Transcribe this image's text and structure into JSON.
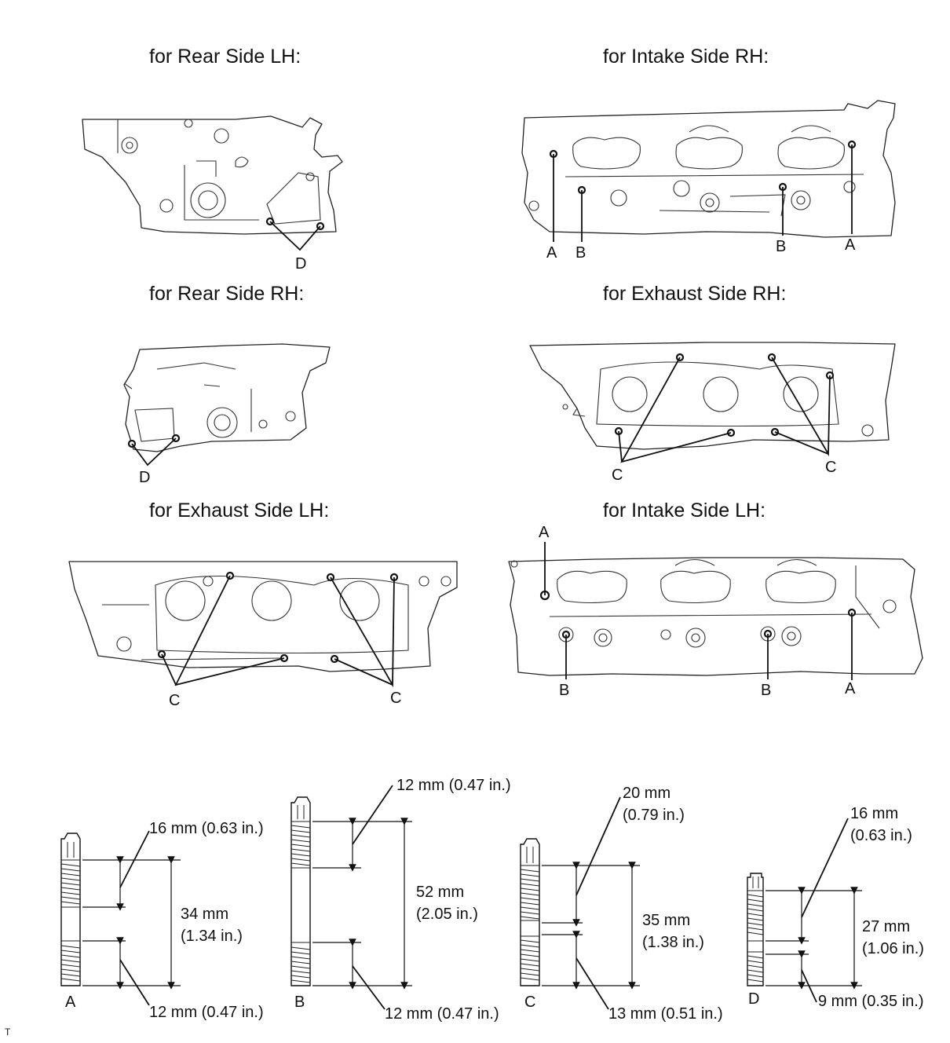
{
  "views": {
    "rear_lh": {
      "title": "for Rear Side LH:",
      "labels": [
        "D"
      ]
    },
    "intake_rh": {
      "title": "for Intake Side RH:",
      "labels": [
        "A",
        "B",
        "B",
        "A"
      ]
    },
    "rear_rh": {
      "title": "for Rear Side RH:",
      "labels": [
        "D"
      ]
    },
    "exhaust_rh": {
      "title": "for Exhaust Side RH:",
      "labels": [
        "C",
        "C"
      ]
    },
    "exhaust_lh": {
      "title": "for Exhaust Side LH:",
      "labels": [
        "C",
        "C"
      ]
    },
    "intake_lh": {
      "title": "for Intake Side LH:",
      "labels": [
        "A",
        "B",
        "B",
        "A"
      ]
    }
  },
  "studs": [
    {
      "type": "A",
      "top": "16 mm (0.63 in.)",
      "total_1": "34 mm",
      "total_2": "(1.34 in.)",
      "bottom": "12 mm (0.47 in.)"
    },
    {
      "type": "B",
      "top": "12 mm (0.47 in.)",
      "total_1": "52 mm",
      "total_2": "(2.05 in.)",
      "bottom": "12 mm (0.47 in.)"
    },
    {
      "type": "C",
      "top_1": "20 mm",
      "top_2": "(0.79 in.)",
      "total_1": "35 mm",
      "total_2": "(1.38 in.)",
      "bottom": "13 mm (0.51 in.)"
    },
    {
      "type": "D",
      "top_1": "16 mm",
      "top_2": "(0.63 in.)",
      "total_1": "27 mm",
      "total_2": "(1.06 in.)",
      "bottom": "9 mm (0.35 in.)"
    }
  ],
  "corner_mark": "T"
}
